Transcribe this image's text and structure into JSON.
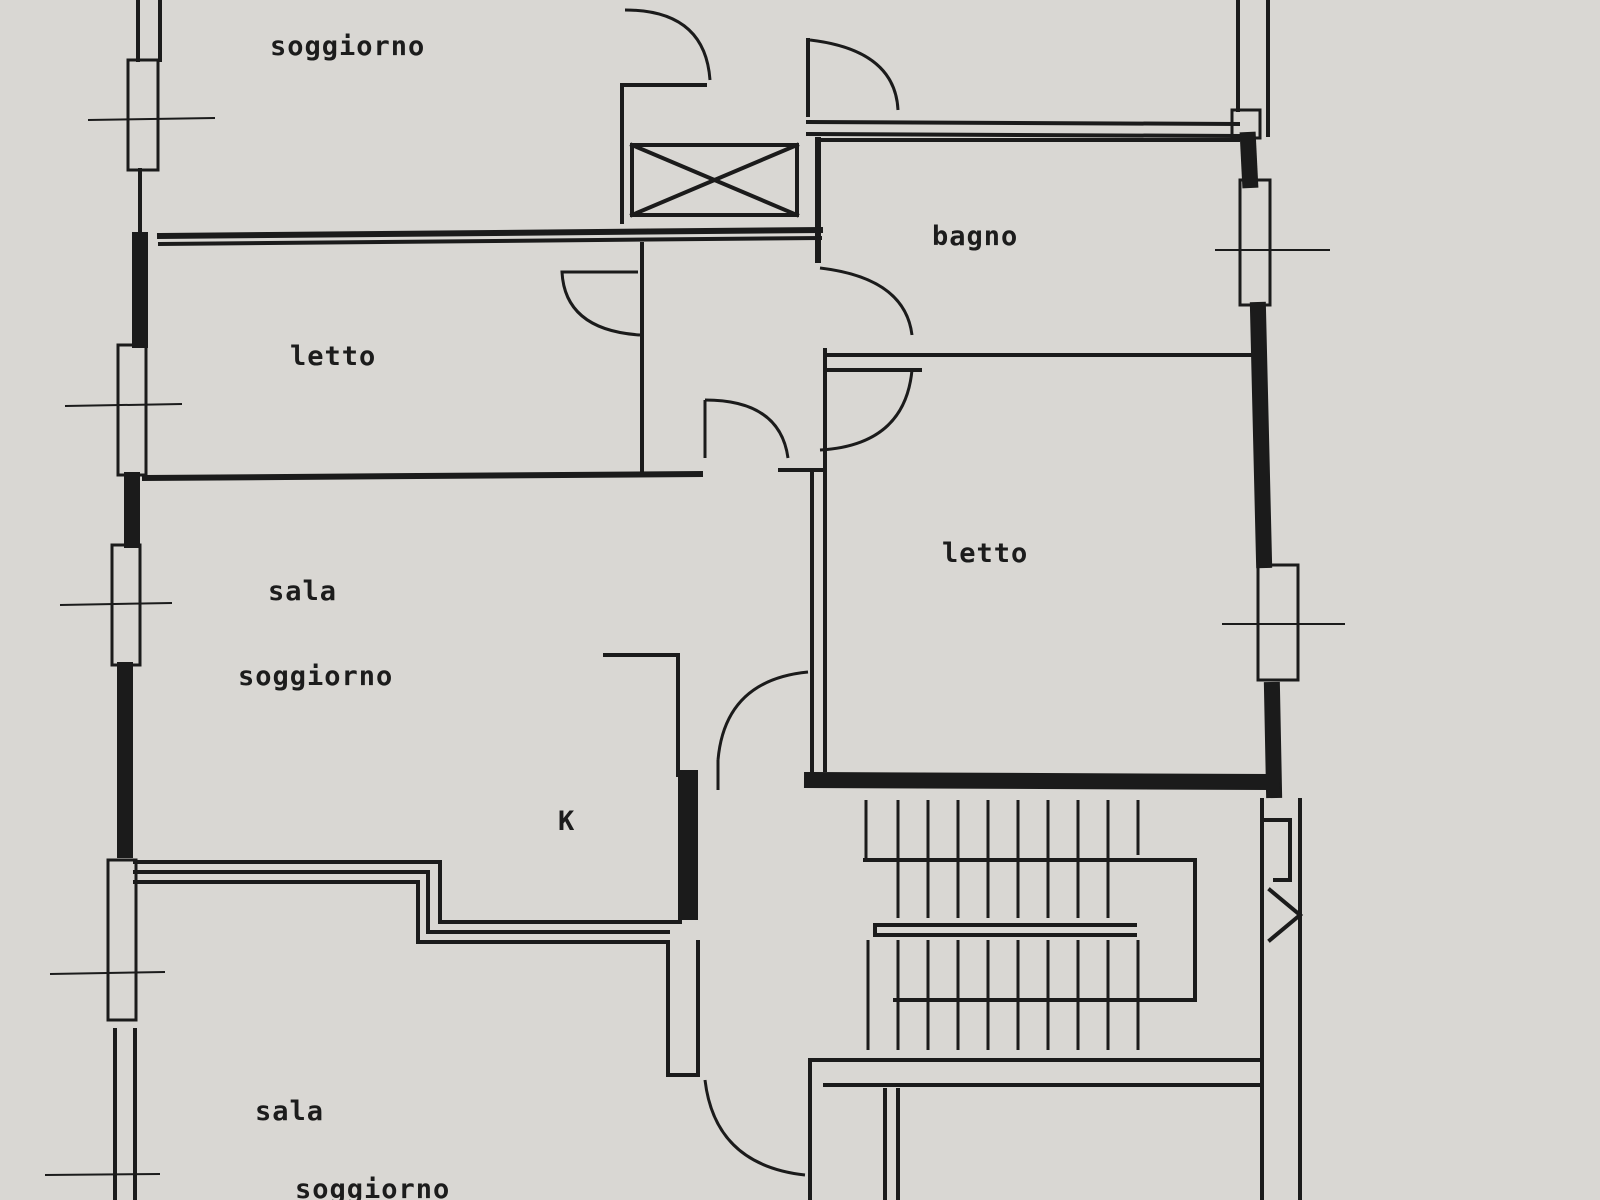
{
  "rooms": {
    "soggiorno_top": "soggiorno",
    "bagno": "bagno",
    "letto_left": "letto",
    "letto_right": "letto",
    "sala_mid": "sala",
    "soggiorno_mid": "soggiorno",
    "kitchen": "K",
    "sala_bottom": "sala",
    "soggiorno_bottom": "soggiorno"
  },
  "colors": {
    "paper": "#d9d7d3",
    "ink": "#1b1b1b"
  }
}
